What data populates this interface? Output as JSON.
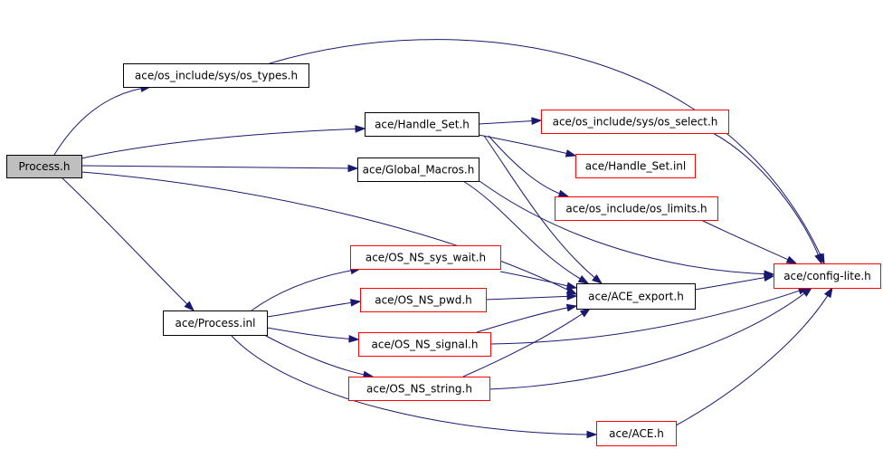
{
  "colors": {
    "edge": "#191970",
    "root_fill": "#bfbfbf",
    "root_border": "#000000",
    "normal_border": "#000000",
    "truncated_border": "#ff0000"
  },
  "nodes": [
    {
      "id": "process_h",
      "label": "Process.h",
      "kind": "root"
    },
    {
      "id": "os_types",
      "label": "ace/os_include/sys/os_types.h",
      "kind": "normal"
    },
    {
      "id": "handle_set_h",
      "label": "ace/Handle_Set.h",
      "kind": "normal"
    },
    {
      "id": "os_select",
      "label": "ace/os_include/sys/os_select.h",
      "kind": "truncated"
    },
    {
      "id": "handle_set_inl",
      "label": "ace/Handle_Set.inl",
      "kind": "truncated"
    },
    {
      "id": "global_macros",
      "label": "ace/Global_Macros.h",
      "kind": "normal"
    },
    {
      "id": "os_limits",
      "label": "ace/os_include/os_limits.h",
      "kind": "truncated"
    },
    {
      "id": "config_lite",
      "label": "ace/config-lite.h",
      "kind": "truncated"
    },
    {
      "id": "sys_wait",
      "label": "ace/OS_NS_sys_wait.h",
      "kind": "truncated"
    },
    {
      "id": "ace_export",
      "label": "ace/ACE_export.h",
      "kind": "normal"
    },
    {
      "id": "pwd",
      "label": "ace/OS_NS_pwd.h",
      "kind": "truncated"
    },
    {
      "id": "process_inl",
      "label": "ace/Process.inl",
      "kind": "normal"
    },
    {
      "id": "signal",
      "label": "ace/OS_NS_signal.h",
      "kind": "truncated"
    },
    {
      "id": "string",
      "label": "ace/OS_NS_string.h",
      "kind": "truncated"
    },
    {
      "id": "ace_h",
      "label": "ace/ACE.h",
      "kind": "truncated"
    }
  ],
  "edges": [
    {
      "from": "process_h",
      "to": "os_types"
    },
    {
      "from": "process_h",
      "to": "handle_set_h"
    },
    {
      "from": "process_h",
      "to": "global_macros"
    },
    {
      "from": "process_h",
      "to": "ace_export"
    },
    {
      "from": "process_h",
      "to": "process_inl"
    },
    {
      "from": "os_types",
      "to": "config_lite"
    },
    {
      "from": "handle_set_h",
      "to": "os_select"
    },
    {
      "from": "handle_set_h",
      "to": "handle_set_inl"
    },
    {
      "from": "handle_set_h",
      "to": "os_limits"
    },
    {
      "from": "handle_set_h",
      "to": "ace_export"
    },
    {
      "from": "os_select",
      "to": "config_lite"
    },
    {
      "from": "os_limits",
      "to": "config_lite"
    },
    {
      "from": "global_macros",
      "to": "ace_export"
    },
    {
      "from": "global_macros",
      "to": "config_lite"
    },
    {
      "from": "ace_export",
      "to": "config_lite"
    },
    {
      "from": "process_inl",
      "to": "sys_wait"
    },
    {
      "from": "process_inl",
      "to": "pwd"
    },
    {
      "from": "process_inl",
      "to": "signal"
    },
    {
      "from": "process_inl",
      "to": "string"
    },
    {
      "from": "process_inl",
      "to": "ace_h"
    },
    {
      "from": "sys_wait",
      "to": "ace_export"
    },
    {
      "from": "pwd",
      "to": "ace_export"
    },
    {
      "from": "signal",
      "to": "ace_export"
    },
    {
      "from": "signal",
      "to": "config_lite"
    },
    {
      "from": "string",
      "to": "ace_export"
    },
    {
      "from": "string",
      "to": "config_lite"
    },
    {
      "from": "ace_h",
      "to": "config_lite"
    }
  ]
}
